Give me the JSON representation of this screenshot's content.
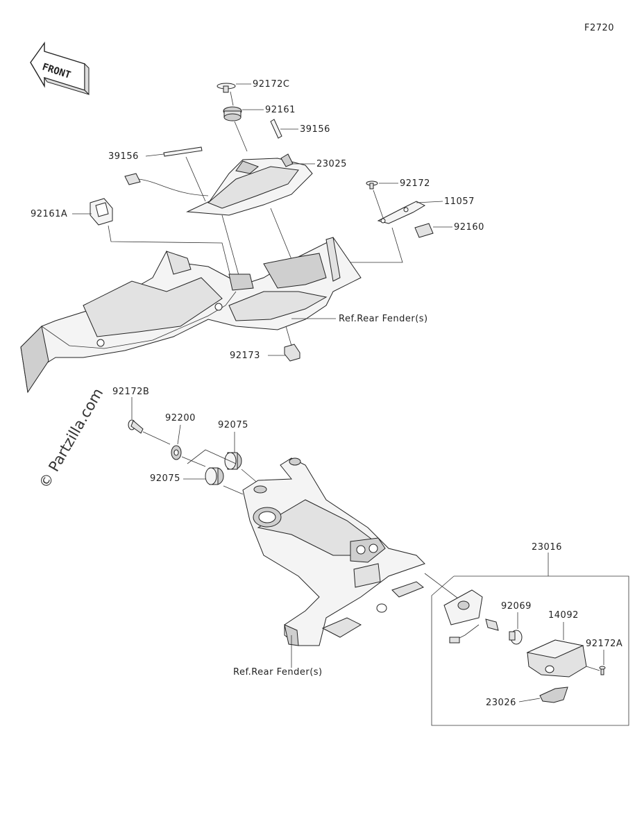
{
  "diagram_code": "F2720",
  "front_label": "FRONT",
  "watermark": "© Partzilla.com",
  "labels": {
    "p92172C": "92172C",
    "p92161": "92161",
    "p39156_right": "39156",
    "p39156_left": "39156",
    "p23025": "23025",
    "p92172": "92172",
    "p11057": "11057",
    "p92160": "92160",
    "p92161A": "92161A",
    "ref_rear_fender_top": "Ref.Rear Fender(s)",
    "p92173": "92173",
    "p92172B": "92172B",
    "p92200": "92200",
    "p92075_top": "92075",
    "p92075_bottom": "92075",
    "p23016": "23016",
    "p92069": "92069",
    "p14092": "14092",
    "p92172A": "92172A",
    "p23026": "23026",
    "ref_rear_fender_bottom": "Ref.Rear Fender(s)"
  }
}
